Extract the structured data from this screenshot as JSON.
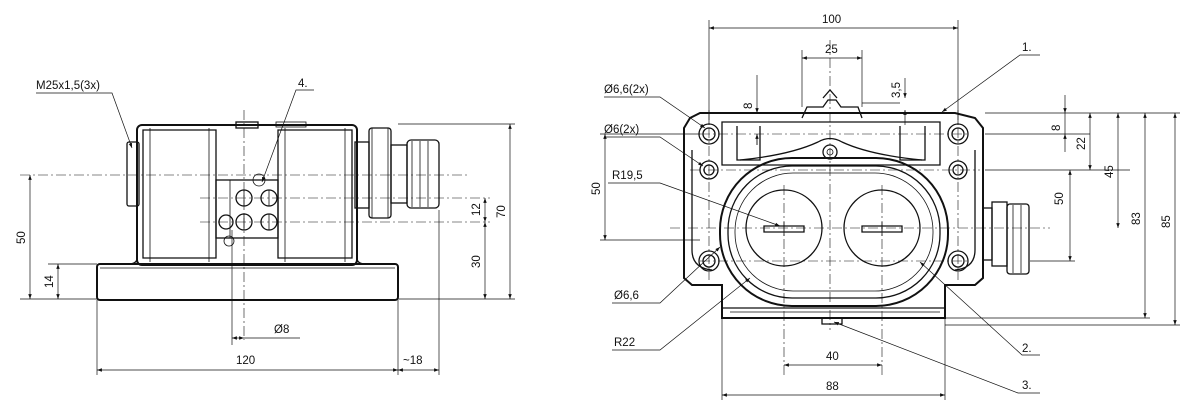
{
  "side_view": {
    "thread_label": "M25x1,5(3x)",
    "item4": "4.",
    "dim_50": "50",
    "dim_14": "14",
    "dim_12": "12",
    "dim_70": "70",
    "dim_30": "30",
    "dim_120": "120",
    "dim_18": "~18",
    "dim_d8": "Ø8"
  },
  "front_view": {
    "dim_100": "100",
    "dim_25": "25",
    "dim_8_top": "8",
    "dim_3_5": "3,5",
    "dim_8_right": "8",
    "dim_22": "22",
    "dim_45": "45",
    "dim_50_right": "50",
    "dim_83": "83",
    "dim_85": "85",
    "dim_50_left": "50",
    "hole_2x_66": "Ø6,6(2x)",
    "hole_2x_6": "Ø6(2x)",
    "radius_195": "R19,5",
    "hole_66": "Ø6,6",
    "radius_22": "R22",
    "dim_40": "40",
    "dim_88": "88",
    "item1": "1.",
    "item2": "2.",
    "item3": "3."
  }
}
